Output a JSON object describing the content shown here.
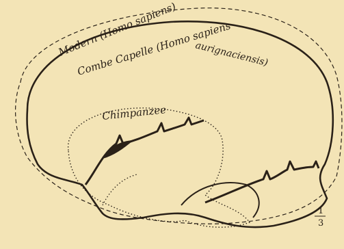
{
  "labels": {
    "modern": "Modern (Homo sapiens)",
    "combe_line1": "Combe Capelle (Homo sapiens",
    "combe_line2": "aurignaciensis)",
    "chimp": "Chimpanzee",
    "scale_num": "1",
    "scale_den": "3"
  },
  "colors": {
    "background": "#f3e4b6",
    "ink": "#2a2118"
  }
}
